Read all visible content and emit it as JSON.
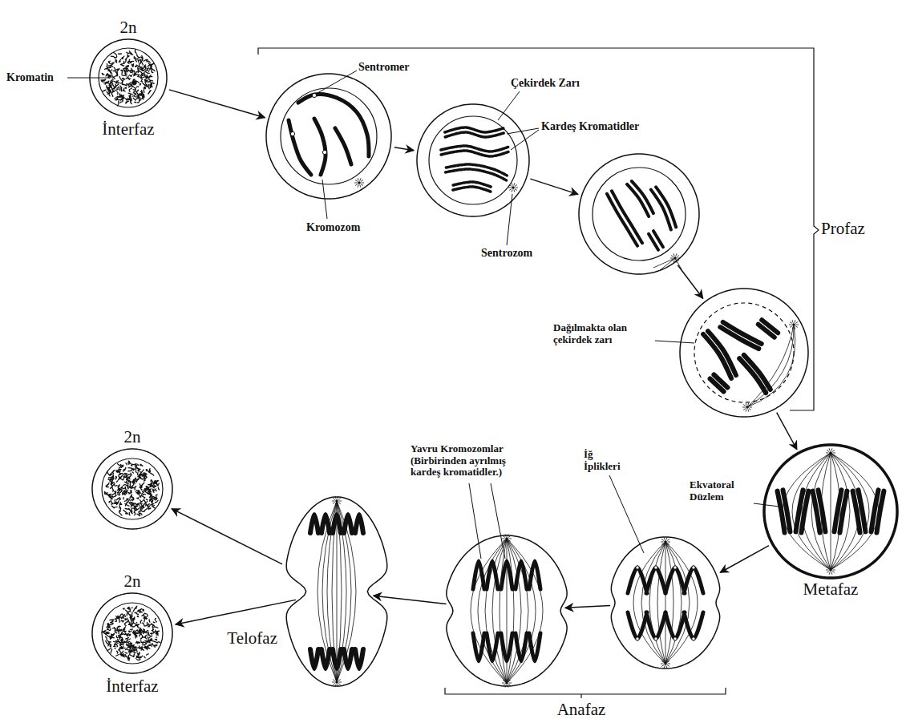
{
  "diagram": {
    "nodes": [
      {
        "text": [
          "2n",
          "İnterfaz"
        ]
      },
      {
        "text": []
      },
      {
        "text": []
      },
      {
        "text": []
      },
      {
        "text": []
      },
      {
        "text": [
          "Metafaz"
        ]
      },
      {
        "text": []
      },
      {
        "text": []
      },
      {
        "text": [
          "Telofaz"
        ]
      },
      {
        "text": [
          "2n"
        ]
      },
      {
        "text": [
          "2n",
          "İnterfaz"
        ]
      }
    ],
    "edges": [
      {
        "from": 0,
        "to": 1,
        "arrow": "to"
      },
      {
        "from": 1,
        "to": 2,
        "arrow": "to"
      },
      {
        "from": 2,
        "to": 3,
        "arrow": "to"
      },
      {
        "from": 3,
        "to": 4,
        "arrow": "to"
      },
      {
        "from": 4,
        "to": 5,
        "arrow": "to"
      },
      {
        "from": 5,
        "to": 6,
        "arrow": "to"
      },
      {
        "from": 6,
        "to": 7,
        "arrow": "to"
      },
      {
        "from": 7,
        "to": 8,
        "arrow": "to"
      },
      {
        "from": 8,
        "to": 9,
        "arrow": "to"
      },
      {
        "from": 8,
        "to": 10,
        "arrow": "to"
      }
    ],
    "labels": [
      "Kromatin",
      "Sentromer",
      "Çekirdek Zarı",
      "Kardeş Kromatidler",
      "Kromozom",
      "Sentrozom",
      "Profaz",
      "Dağılmakta olan çekirdek zarı",
      "Ekvatoral Düzlem",
      "Yavru Kromozomlar (Birbirinden ayrılmış kardeş kromatidler.)",
      "İğ İplikleri",
      "Anafaz"
    ]
  }
}
